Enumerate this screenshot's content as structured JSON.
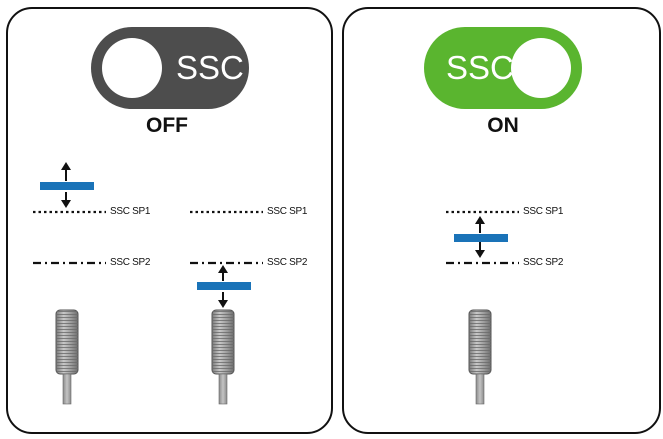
{
  "off": {
    "toggle_label": "SSC",
    "state_label": "OFF",
    "toggle_color": "#4d4d4d"
  },
  "on": {
    "toggle_label": "SSC",
    "state_label": "ON",
    "toggle_color": "#5ab52f"
  },
  "setpoints": {
    "sp1": "SSC SP1",
    "sp2": "SSC SP2"
  },
  "colors": {
    "target": "#1a73b8",
    "sensor": "#9a9a9a",
    "outline": "#111111"
  },
  "icons": [
    "up-down-arrow-icon",
    "proximity-sensor-icon",
    "target-bar-icon"
  ]
}
